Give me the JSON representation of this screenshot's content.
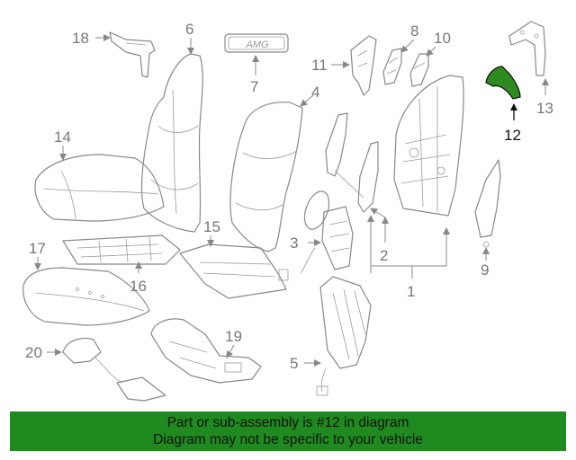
{
  "diagram": {
    "labels": {
      "p1": "1",
      "p2": "2",
      "p3": "3",
      "p4": "4",
      "p5": "5",
      "p6": "6",
      "p7": "7",
      "p8": "8",
      "p9": "9",
      "p10": "10",
      "p11": "11",
      "p12": "12",
      "p13": "13",
      "p14": "14",
      "p15": "15",
      "p16": "16",
      "p17": "17",
      "p18": "18",
      "p19": "19",
      "p20": "20"
    },
    "badge_text": "AMG",
    "highlight_part": "12",
    "highlight_color": "#2e8b1f"
  },
  "banner": {
    "line1": "Part or sub-assembly is #12 in diagram",
    "line2": "Diagram may not be specific to your vehicle",
    "color": "#1f8a1f"
  }
}
